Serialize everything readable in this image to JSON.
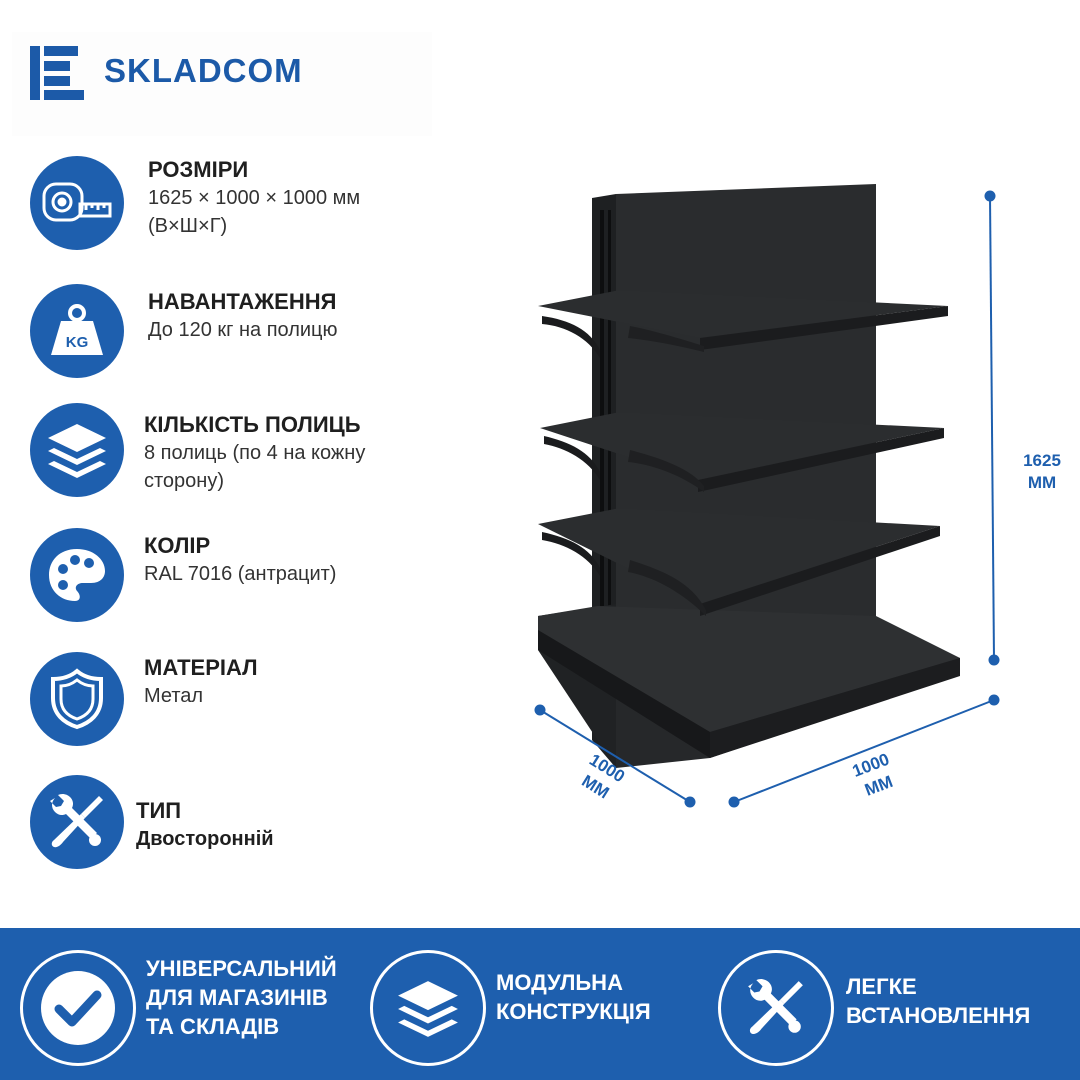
{
  "brand": {
    "name": "SKLADCOM",
    "color": "#1c5aa8"
  },
  "accent": "#1e5fae",
  "specs": [
    {
      "icon": "tape-measure-icon",
      "title": "РОЗМІРИ",
      "lines": [
        "1625 × 1000 × 1000 мм",
        "(В×Ш×Г)"
      ]
    },
    {
      "icon": "kg-weight-icon",
      "title": "НАВАНТАЖЕННЯ",
      "lines": [
        "До 120 кг на полицю"
      ]
    },
    {
      "icon": "layers-icon",
      "title": "КІЛЬКІСТЬ ПОЛИЦЬ",
      "lines": [
        "8 полиць (по 4 на кожну",
        "сторону)"
      ]
    },
    {
      "icon": "palette-icon",
      "title": "КОЛІР",
      "lines": [
        "RAL 7016 (антрацит)"
      ]
    },
    {
      "icon": "shield-icon",
      "title": "МАТЕРІАЛ",
      "lines": [
        "Метал"
      ]
    },
    {
      "icon": "tools-icon",
      "title": "ТИП",
      "lines": [
        "Двосторонній"
      ]
    }
  ],
  "dimensions": {
    "height": [
      "1625",
      "мм"
    ],
    "depth": [
      "1000",
      "мм"
    ],
    "width": [
      "1000",
      "мм"
    ]
  },
  "features": [
    {
      "icon": "checkmark-icon",
      "lines": [
        "УНІВЕРСАЛЬНИЙ",
        "ДЛЯ МАГАЗИНІВ",
        "ТА СКЛАДІВ"
      ]
    },
    {
      "icon": "layers-icon",
      "lines": [
        "МОДУЛЬНА",
        "КОНСТРУКЦІЯ"
      ]
    },
    {
      "icon": "tools-icon",
      "lines": [
        "ЛЕГКЕ",
        "ВСТАНОВЛЕННЯ"
      ]
    }
  ]
}
